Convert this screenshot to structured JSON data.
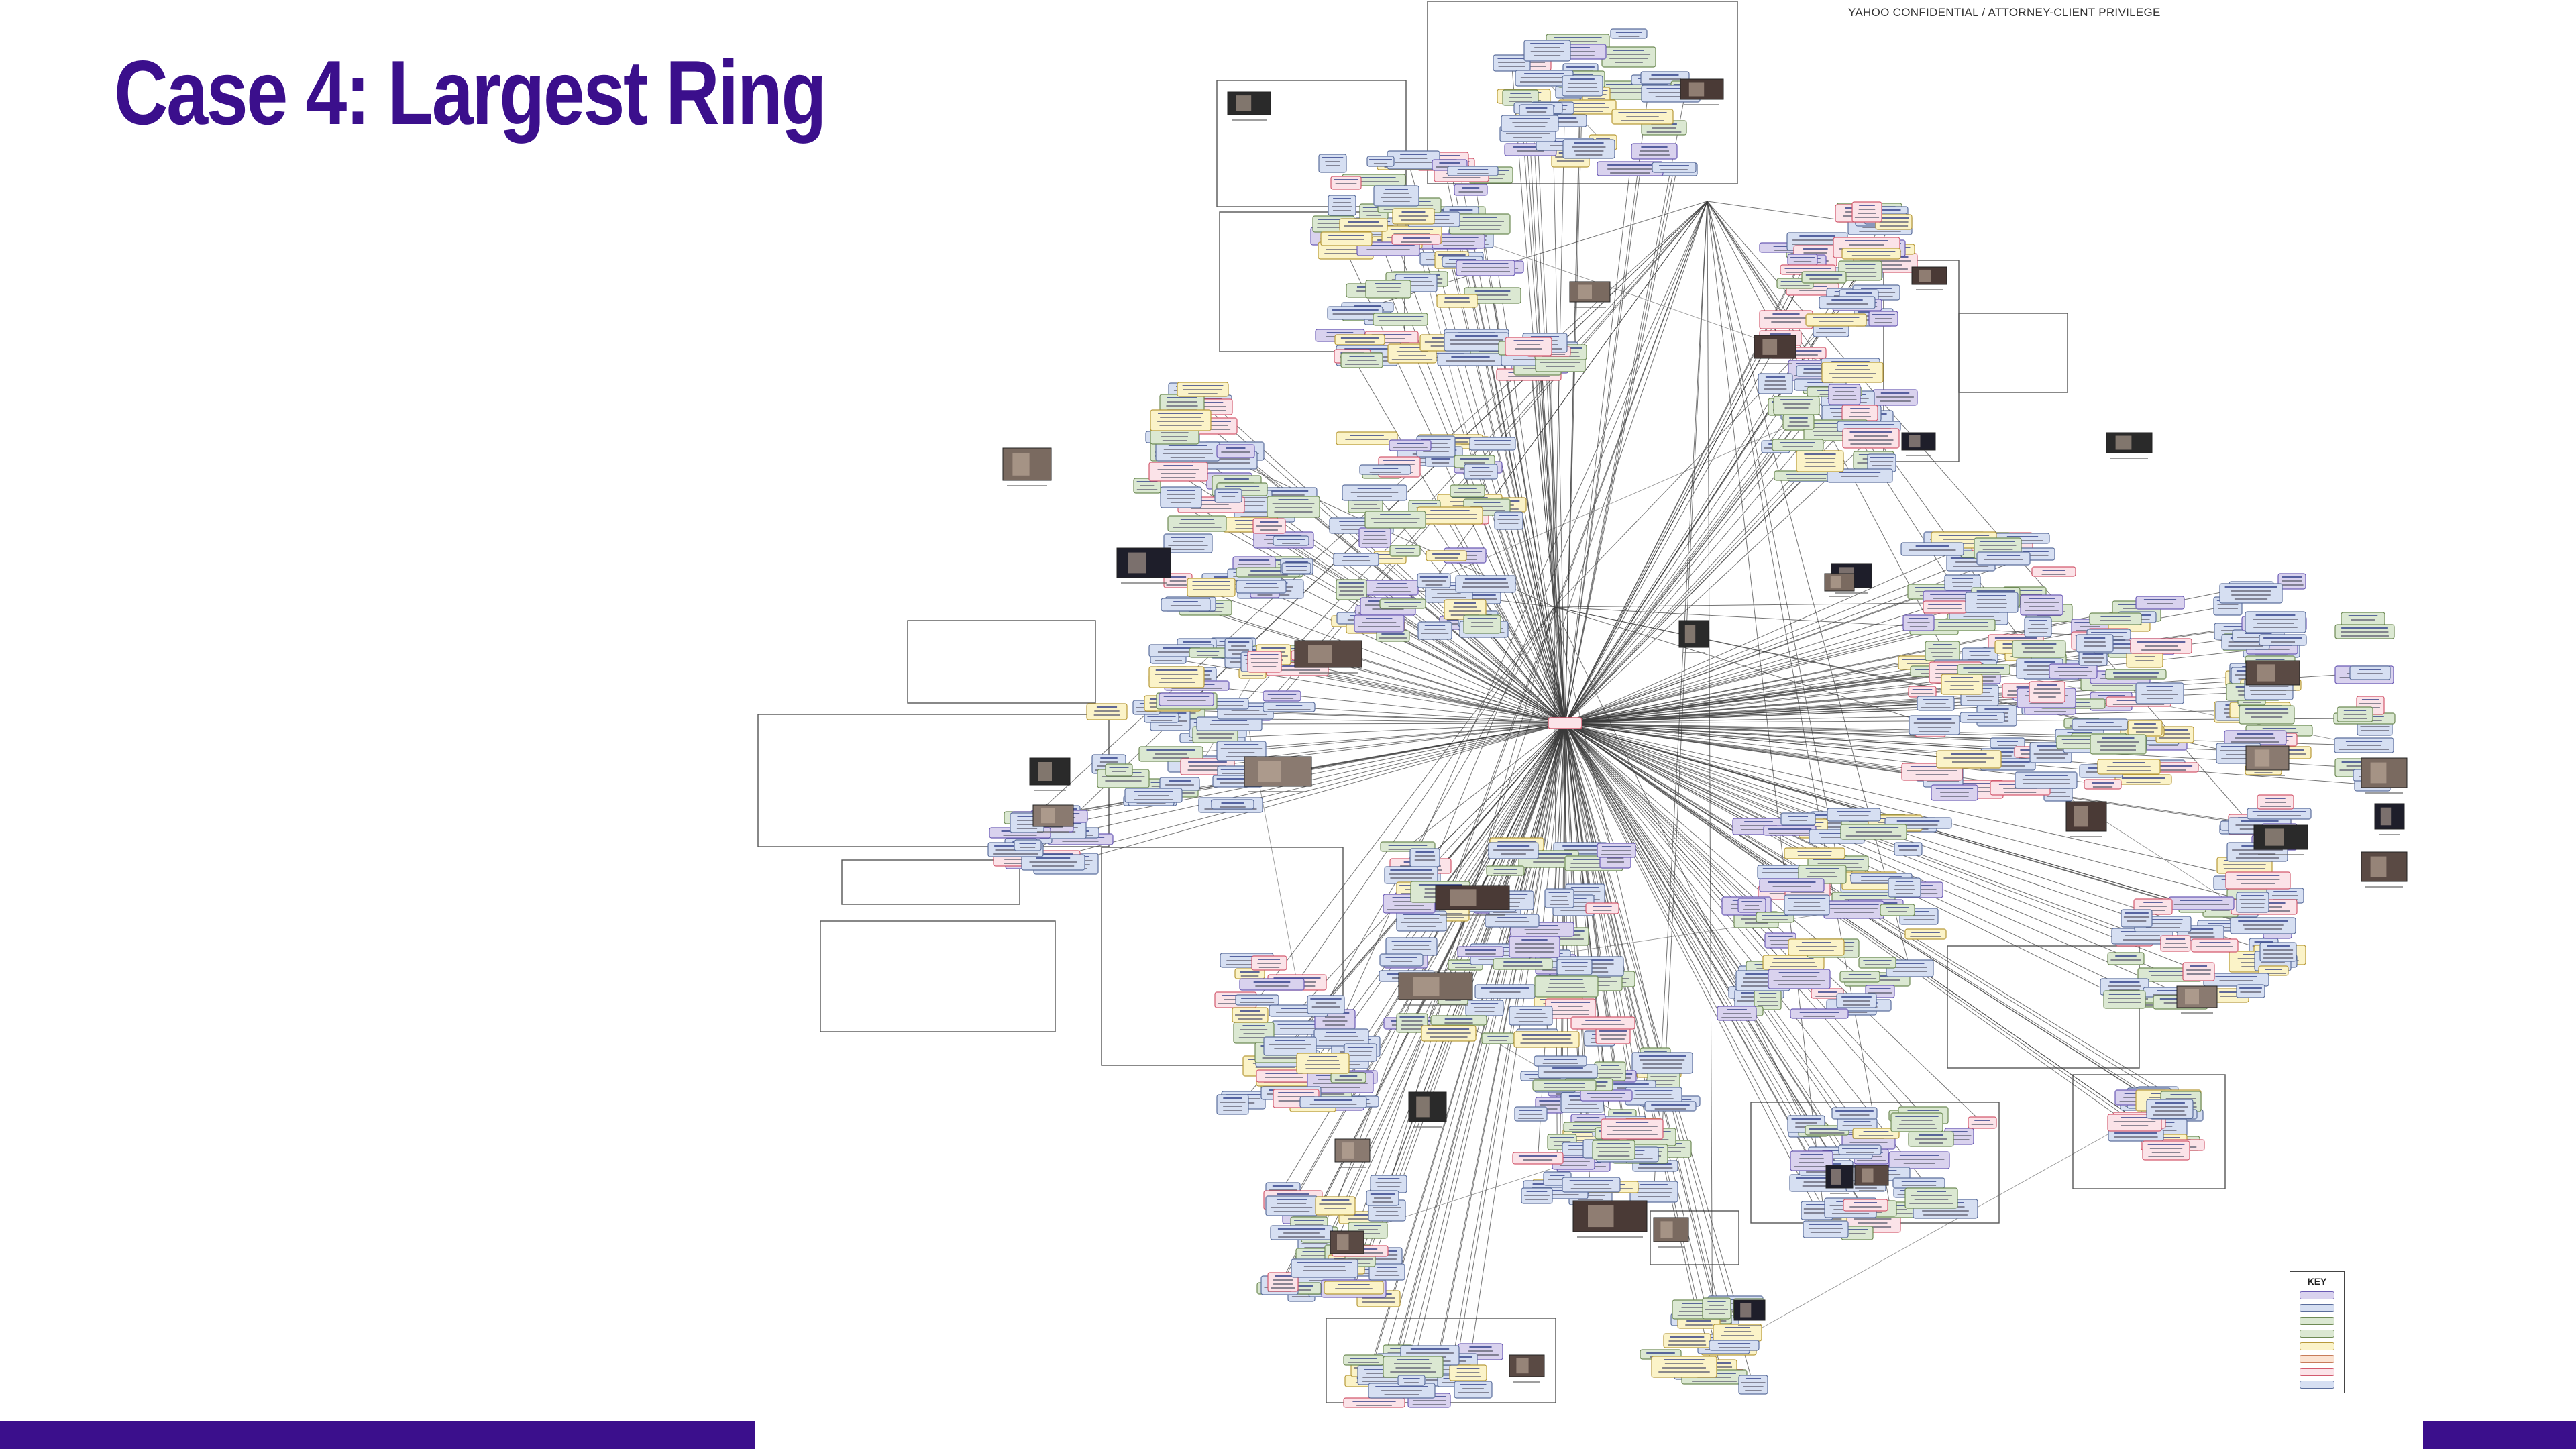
{
  "slide": {
    "title": "Case 4: Largest Ring",
    "confidential_notice": "YAHOO CONFIDENTIAL / ATTORNEY-CLIENT PRIVILEGE",
    "accent_color": "#3b0f8c"
  },
  "legend": {
    "title": "KEY",
    "swatches": [
      {
        "fill": "#d9d2ee",
        "stroke": "#6b5bb5"
      },
      {
        "fill": "#d6dff2",
        "stroke": "#5b6e9c"
      },
      {
        "fill": "#dbe8d2",
        "stroke": "#6e8a55"
      },
      {
        "fill": "#dbe8d2",
        "stroke": "#6e8a55"
      },
      {
        "fill": "#fbf3c8",
        "stroke": "#b89a3a"
      },
      {
        "fill": "#fbe3d2",
        "stroke": "#c77b5a"
      },
      {
        "fill": "#fbe3e8",
        "stroke": "#d35a6e"
      },
      {
        "fill": "#d6dff2",
        "stroke": "#5b6e9c"
      }
    ]
  },
  "node_styles": {
    "account": {
      "fill": "#d6dff2",
      "stroke": "#5b6e9c"
    },
    "contact": {
      "fill": "#dbe8d2",
      "stroke": "#6e8a55"
    },
    "flag_red": {
      "fill": "#fbe3e8",
      "stroke": "#d35a6e"
    },
    "flag_yellow": {
      "fill": "#fbf3c8",
      "stroke": "#b89a3a"
    },
    "purple": {
      "fill": "#d9d2ee",
      "stroke": "#6b5bb5"
    }
  },
  "photo_tile_colors": [
    "#2a2a2a",
    "#4a3a36",
    "#7a6a60",
    "#1e1e2a",
    "#5a4a44",
    "#8a7a70"
  ]
}
